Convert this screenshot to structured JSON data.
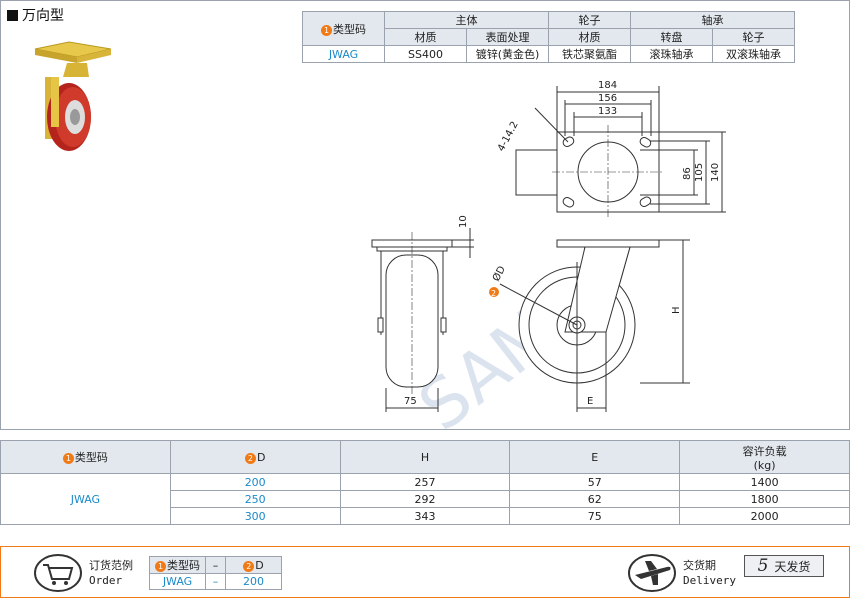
{
  "title": "万向型",
  "spec": {
    "head1": {
      "code": "类型码",
      "main": "主体",
      "wheel": "轮子",
      "bearing": "轴承"
    },
    "head2": {
      "material": "材质",
      "surface": "表面处理",
      "wheel_material": "材质",
      "turntable": "转盘",
      "wheel": "轮子"
    },
    "row": {
      "code": "JWAG",
      "material": "SS400",
      "surface": "镀锌(黄金色)",
      "wheel_material": "铁芯聚氨酯",
      "turntable": "滚珠轴承",
      "wheel": "双滚珠轴承"
    }
  },
  "badges": {
    "one": "1",
    "two": "2"
  },
  "drawing": {
    "d184": "184",
    "d156": "156",
    "d133": "133",
    "d4142": "4-14.2",
    "d86": "86",
    "d105": "105",
    "d140": "140",
    "d10": "10",
    "d75": "75",
    "dD": "ØD",
    "dH": "H",
    "dE": "E",
    "watermark": "SAMLL"
  },
  "dims": {
    "headers": {
      "code": "类型码",
      "d": "D",
      "h": "H",
      "e": "E",
      "load": "容许负载",
      "load_unit": "(kg)"
    },
    "code": "JWAG",
    "rows": [
      {
        "d": "200",
        "h": "257",
        "e": "57",
        "load": "1400"
      },
      {
        "d": "250",
        "h": "292",
        "e": "62",
        "load": "1800"
      },
      {
        "d": "300",
        "h": "343",
        "e": "75",
        "load": "2000"
      }
    ]
  },
  "order": {
    "label_cn": "订货范例",
    "label_en": "Order",
    "col1": "类型码",
    "dash": "–",
    "col2": "D",
    "val1": "JWAG",
    "val2": "200",
    "delivery_cn": "交货期",
    "delivery_en": "Delivery",
    "days_num": "5",
    "days_text": "天发货"
  }
}
